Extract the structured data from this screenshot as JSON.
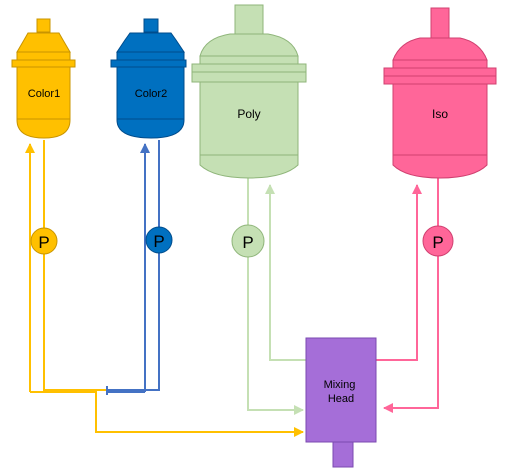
{
  "colors": {
    "color1": "#FFC000",
    "color1_stroke": "#C89400",
    "color2": "#0070C0",
    "color2_stroke": "#004C8C",
    "color2_line": "#4472C4",
    "poly": "#C5E0B4",
    "poly_stroke": "#8FB57A",
    "iso": "#FF6699",
    "iso_stroke": "#D04070",
    "mixer": "#A56ED8",
    "mixer_stroke": "#7B4AB0"
  },
  "tanks": {
    "color1": {
      "label": "Color1"
    },
    "color2": {
      "label": "Color2"
    },
    "poly": {
      "label": "Poly"
    },
    "iso": {
      "label": "Iso"
    }
  },
  "pumps": {
    "color1": {
      "label": "P"
    },
    "color2": {
      "label": "P"
    },
    "poly": {
      "label": "P"
    },
    "iso": {
      "label": "P"
    }
  },
  "mixing_head": {
    "line1": "Mixing",
    "line2": "Head"
  }
}
